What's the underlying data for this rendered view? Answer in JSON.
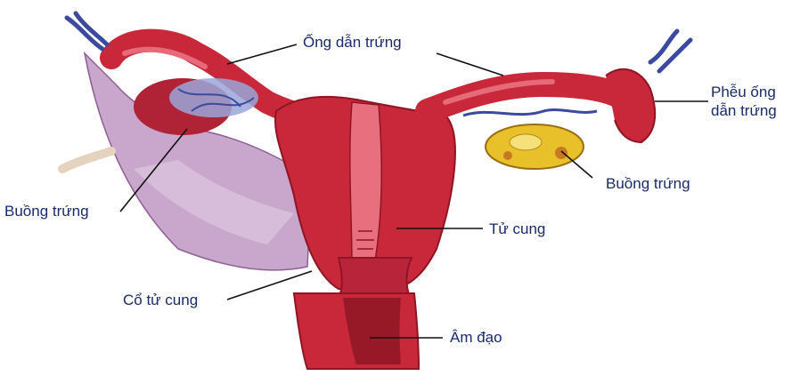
{
  "diagram": {
    "colors": {
      "muscle": "#c8283a",
      "muscle_dark": "#8e1524",
      "muscle_light": "#e05a6a",
      "ligament": "#b88bb8",
      "ligament_light": "#d8c0dc",
      "vessel": "#3b4a9e",
      "ovary_yellow": "#e8c02a",
      "label_text": "#1a2a6c",
      "leader_line": "#111111"
    },
    "labels": {
      "fallopian_tube": "Ống dẫn trứng",
      "infundibulum_line1": "Phễu ống",
      "infundibulum_line2": "dẫn trứng",
      "ovary_right": "Buồng trứng",
      "ovary_left": "Buồng trứng",
      "uterus": "Tử cung",
      "cervix": "Cổ tử cung",
      "vagina": "Âm đạo"
    }
  }
}
